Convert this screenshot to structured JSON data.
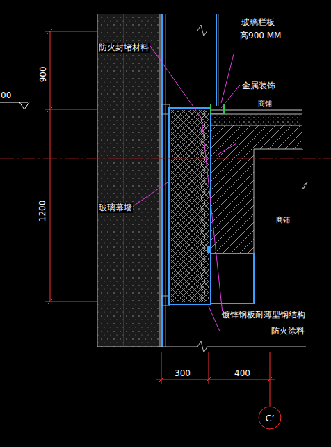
{
  "diagram": {
    "nodes": [
      {
        "text": [
          "C’"
        ]
      }
    ],
    "labels": [
      "900",
      "1200",
      "00",
      "防火封堵材料",
      "玻璃栏板",
      "高900 MM",
      "金属装饰",
      "商铺",
      "商铺",
      "玻璃幕墙",
      "镀锌钢板耐薄型钢结构",
      "防火涂料",
      "300",
      "400"
    ]
  }
}
